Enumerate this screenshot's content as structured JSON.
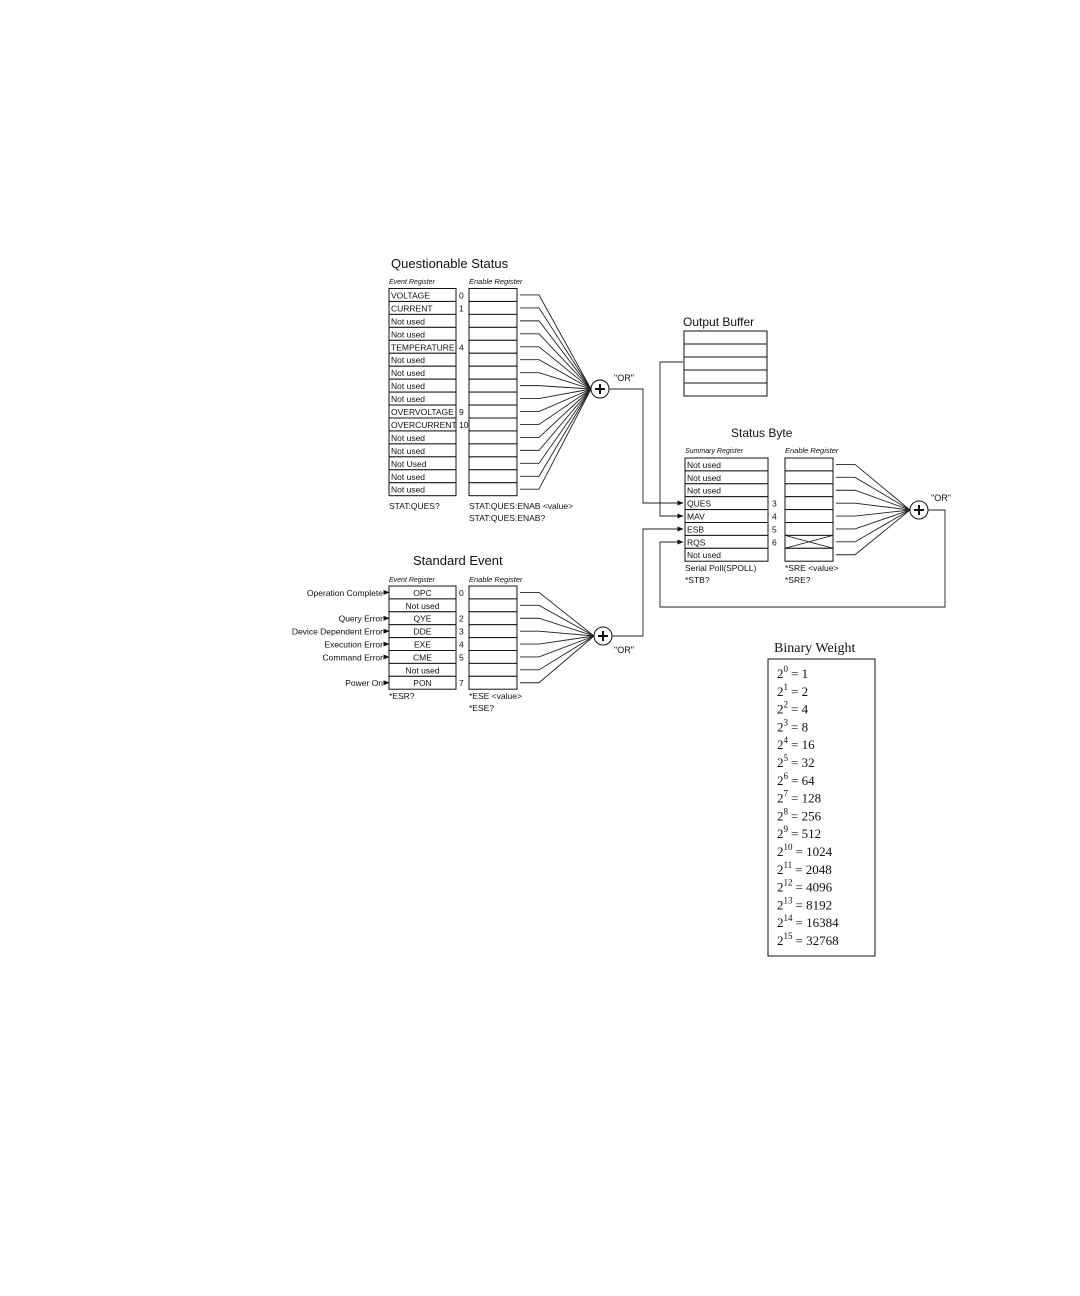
{
  "questionable": {
    "title": "Questionable Status",
    "event_label": "Event Register",
    "enable_label": "Enable Register",
    "rows": [
      {
        "name": "VOLTAGE",
        "bit": "0"
      },
      {
        "name": "CURRENT",
        "bit": "1"
      },
      {
        "name": "Not used",
        "bit": ""
      },
      {
        "name": "Not used",
        "bit": ""
      },
      {
        "name": "TEMPERATURE",
        "bit": "4"
      },
      {
        "name": "Not used",
        "bit": ""
      },
      {
        "name": "Not used",
        "bit": ""
      },
      {
        "name": "Not used",
        "bit": ""
      },
      {
        "name": "Not used",
        "bit": ""
      },
      {
        "name": "OVERVOLTAGE",
        "bit": "9"
      },
      {
        "name": "OVERCURRENT",
        "bit": "10"
      },
      {
        "name": "Not used",
        "bit": ""
      },
      {
        "name": "Not used",
        "bit": ""
      },
      {
        "name": "Not Used",
        "bit": ""
      },
      {
        "name": "Not used",
        "bit": ""
      },
      {
        "name": "Not used",
        "bit": ""
      }
    ],
    "query": "STAT:QUES?",
    "enable_cmd1": "STAT:QUES:ENAB <value>",
    "enable_cmd2": "STAT:QUES:ENAB?",
    "or_label": "\"OR\""
  },
  "output_buffer": {
    "title": "Output Buffer"
  },
  "status_byte": {
    "title": "Status Byte",
    "summary_label": "Summary Register",
    "enable_label": "Enable Register",
    "rows": [
      {
        "name": "Not used",
        "bit": ""
      },
      {
        "name": "Not used",
        "bit": ""
      },
      {
        "name": "Not used",
        "bit": ""
      },
      {
        "name": "QUES",
        "bit": "3"
      },
      {
        "name": "MAV",
        "bit": "4"
      },
      {
        "name": "ESB",
        "bit": "5"
      },
      {
        "name": "RQS",
        "bit": "6"
      },
      {
        "name": "Not used",
        "bit": ""
      }
    ],
    "poll_cmd1": "Serial Poll(SPOLL)",
    "poll_cmd2": "*STB?",
    "enable_cmd1": "*SRE <value>",
    "enable_cmd2": "*SRE?",
    "or_label": "\"OR\""
  },
  "standard_event": {
    "title": "Standard Event",
    "event_label": "Event Register",
    "enable_label": "Enable Register",
    "rows": [
      {
        "name": "OPC",
        "bit": "0",
        "input": "Operation Complete"
      },
      {
        "name": "Not used",
        "bit": "",
        "input": ""
      },
      {
        "name": "QYE",
        "bit": "2",
        "input": "Query Error"
      },
      {
        "name": "DDE",
        "bit": "3",
        "input": "Device Dependent Error"
      },
      {
        "name": "EXE",
        "bit": "4",
        "input": "Execution Error"
      },
      {
        "name": "CME",
        "bit": "5",
        "input": "Command Error"
      },
      {
        "name": "Not used",
        "bit": "",
        "input": ""
      },
      {
        "name": "PON",
        "bit": "7",
        "input": "Power On"
      }
    ],
    "query": "*ESR?",
    "enable_cmd1": "*ESE <value>",
    "enable_cmd2": "*ESE?",
    "or_label": "\"OR\""
  },
  "binary_weight": {
    "title": "Binary Weight",
    "rows": [
      {
        "base": "2",
        "exp": "0",
        "value": "= 1"
      },
      {
        "base": "2",
        "exp": "1",
        "value": "= 2"
      },
      {
        "base": "2",
        "exp": "2",
        "value": "= 4"
      },
      {
        "base": "2",
        "exp": "3",
        "value": "= 8"
      },
      {
        "base": "2",
        "exp": "4",
        "value": "= 16"
      },
      {
        "base": "2",
        "exp": "5",
        "value": "= 32"
      },
      {
        "base": "2",
        "exp": "6",
        "value": "= 64"
      },
      {
        "base": "2",
        "exp": "7",
        "value": "= 128"
      },
      {
        "base": "2",
        "exp": "8",
        "value": "= 256"
      },
      {
        "base": "2",
        "exp": "9",
        "value": "= 512"
      },
      {
        "base": "2",
        "exp": "10",
        "value": "= 1024"
      },
      {
        "base": "2",
        "exp": "11",
        "value": "= 2048"
      },
      {
        "base": "2",
        "exp": "12",
        "value": "= 4096"
      },
      {
        "base": "2",
        "exp": "13",
        "value": "= 8192"
      },
      {
        "base": "2",
        "exp": "14",
        "value": "= 16384"
      },
      {
        "base": "2",
        "exp": "15",
        "value": "= 32768"
      }
    ]
  }
}
